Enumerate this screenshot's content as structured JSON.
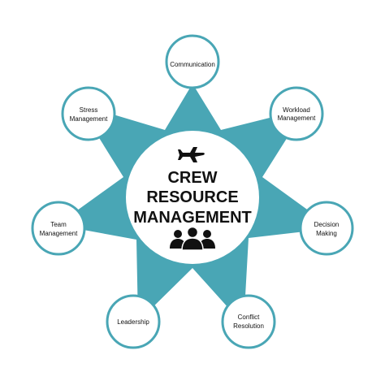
{
  "center": {
    "lines": [
      "CREW",
      "RESOURCE",
      "MANAGEMENT"
    ]
  },
  "nodes": [
    {
      "lines": [
        "Communication"
      ]
    },
    {
      "lines": [
        "Workload",
        "Management"
      ]
    },
    {
      "lines": [
        "Decision",
        "Making"
      ]
    },
    {
      "lines": [
        "Conflict",
        "Resolution"
      ]
    },
    {
      "lines": [
        "Leadership"
      ]
    },
    {
      "lines": [
        "Team",
        "Management"
      ]
    },
    {
      "lines": [
        "Stress",
        "Management"
      ]
    }
  ],
  "colors": {
    "teal": "#49A6B5",
    "text": "#111111",
    "background": "#ffffff"
  },
  "icons": {
    "top": "airplane-icon",
    "bottom": "people-group-icon"
  }
}
